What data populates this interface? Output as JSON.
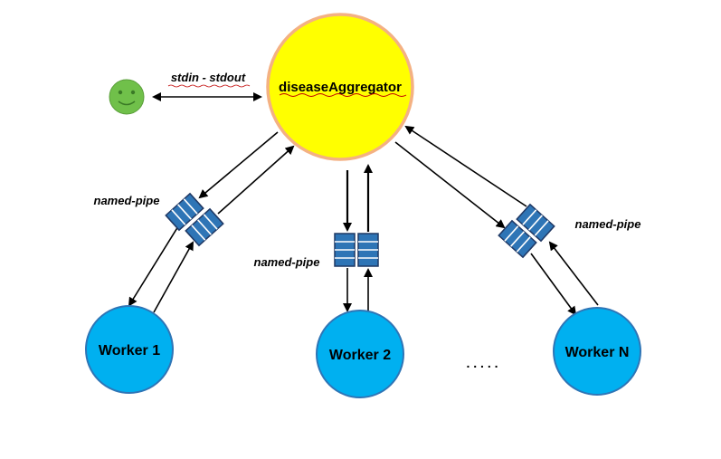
{
  "aggregator": {
    "label": "diseaseAggregator",
    "fill": "#ffff00",
    "stroke": "#f4b183"
  },
  "user": {
    "icon": "smiley-face-icon",
    "fill": "#70c04a"
  },
  "user_link_label": "stdin - stdout",
  "workers": [
    {
      "label": "Worker 1"
    },
    {
      "label": "Worker 2"
    },
    {
      "label": "Worker N"
    }
  ],
  "ellipsis": ". . . . .",
  "pipe_labels": [
    "named-pipe",
    "named-pipe",
    "named-pipe"
  ],
  "colors": {
    "worker_fill": "#00b0f0",
    "worker_stroke": "#2e75b6",
    "pipe_fill": "#2e75b6",
    "pipe_dark": "#1f3864"
  }
}
